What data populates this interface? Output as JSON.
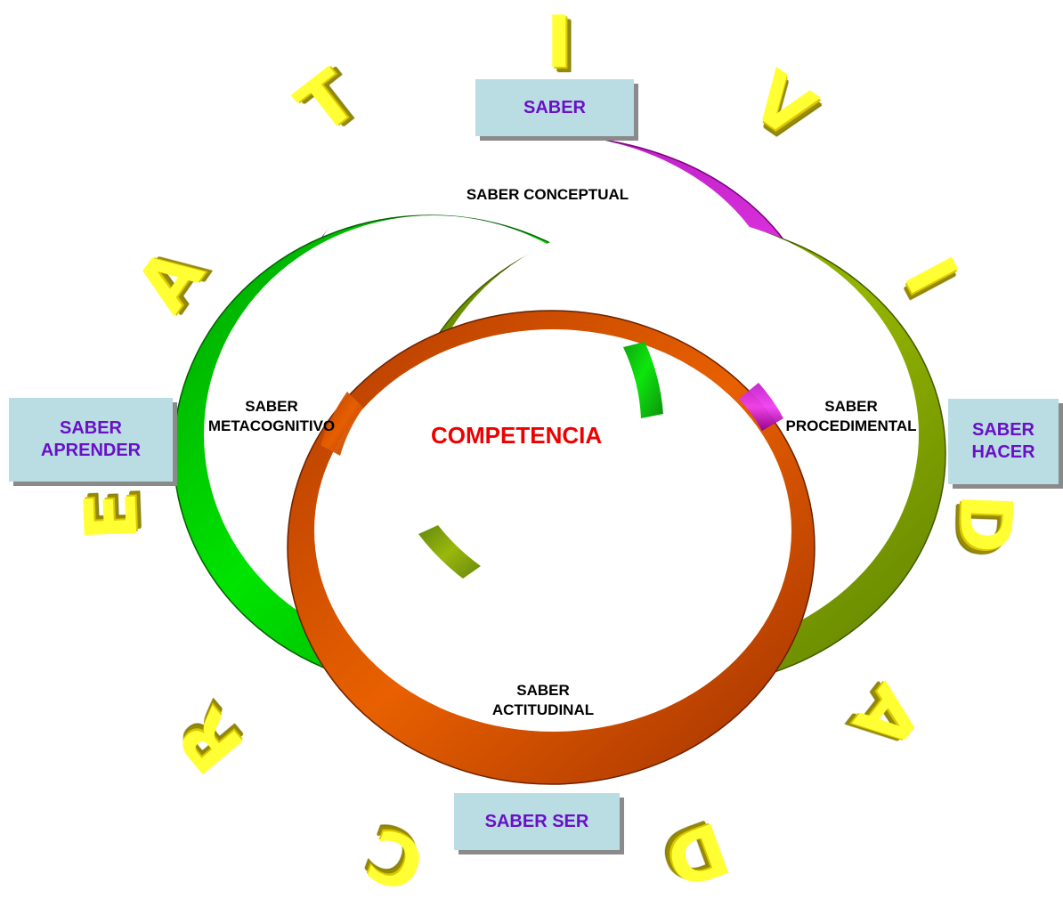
{
  "diagram": {
    "boxes": {
      "saber": "SABER",
      "saber_aprender": "SABER\nAPRENDER",
      "saber_hacer": "SABER\nHACER",
      "saber_ser": "SABER SER"
    },
    "ring_labels": {
      "conceptual": "SABER  CONCEPTUAL",
      "metacognitivo": "SABER\nMETACOGNITIVO",
      "procedimental": "SABER\nPROCEDIMENTAL",
      "actitudinal": "SABER\nACTITUDINAL"
    },
    "center": "COMPETENCIA",
    "letters": {
      "l1": "C",
      "l2": "R",
      "l3": "E",
      "l4": "A",
      "l5": "T",
      "l6": "I",
      "l7": "V",
      "l8": "I",
      "l9": "D",
      "l10": "A",
      "l11": "D"
    },
    "colors": {
      "ring_conceptual": "#cc00cc",
      "ring_metacognitivo": "#00cc00",
      "ring_procedimental": "#7fa000",
      "ring_actitudinal": "#dd5500",
      "box_fill": "#b9dde3",
      "box_text": "#6a10c8",
      "center_text": "#ee0000",
      "letter_fill": "#ffff33"
    }
  }
}
